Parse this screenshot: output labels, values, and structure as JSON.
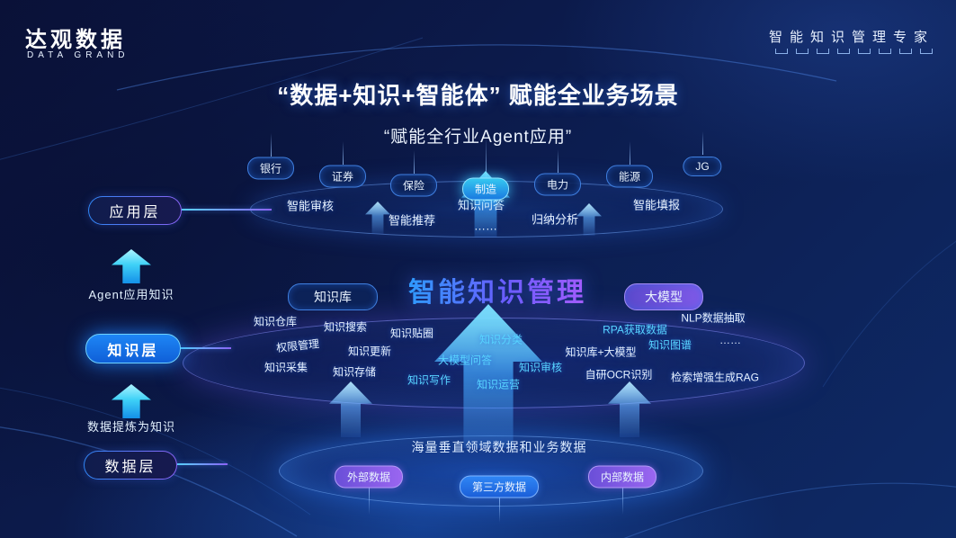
{
  "brand": {
    "logo_cn": "达观数据",
    "logo_en": "DATA GRAND",
    "tagline": "智能知识管理专家"
  },
  "header": {
    "title": "“数据+知识+智能体” 赋能全业务场景",
    "subtitle": "“赋能全行业Agent应用”"
  },
  "industries": [
    "银行",
    "证券",
    "保险",
    "制造",
    "电力",
    "能源",
    "JG"
  ],
  "app_layer": {
    "label": "应用层",
    "items": [
      "智能审核",
      "智能推荐",
      "知识问答",
      "……",
      "归纳分析",
      "智能填报"
    ]
  },
  "flow_notes": {
    "app": "Agent应用知识",
    "data": "数据提炼为知识"
  },
  "knowledge_layer": {
    "label": "知识层",
    "title": "智能知识管理",
    "kb_pill": "知识库",
    "llm_pill": "大模型",
    "items": [
      "知识仓库",
      "知识搜索",
      "知识贴圈",
      "权限管理",
      "知识更新",
      "知识采集",
      "知识存储",
      "大模型问答",
      "知识写作",
      "知识分类",
      "知识运营",
      "知识审核",
      "知识库+大模型",
      "RPA获取数据",
      "NLP数据抽取",
      "知识图谱",
      "……",
      "自研OCR识别",
      "检索增强生成RAG"
    ]
  },
  "data_layer": {
    "label": "数据层",
    "caption": "海量垂直领域数据和业务数据",
    "pills": [
      "外部数据",
      "第三方数据",
      "内部数据"
    ]
  },
  "colors": {
    "accent-cyan": "#58d4ff",
    "accent-blue": "#2f86f5",
    "accent-purple": "#8a63f5",
    "bg-deep": "#0a1138",
    "bg-mid": "#0e2a66",
    "text-main": "#ffffff",
    "text-soft": "#cfe2ff"
  }
}
